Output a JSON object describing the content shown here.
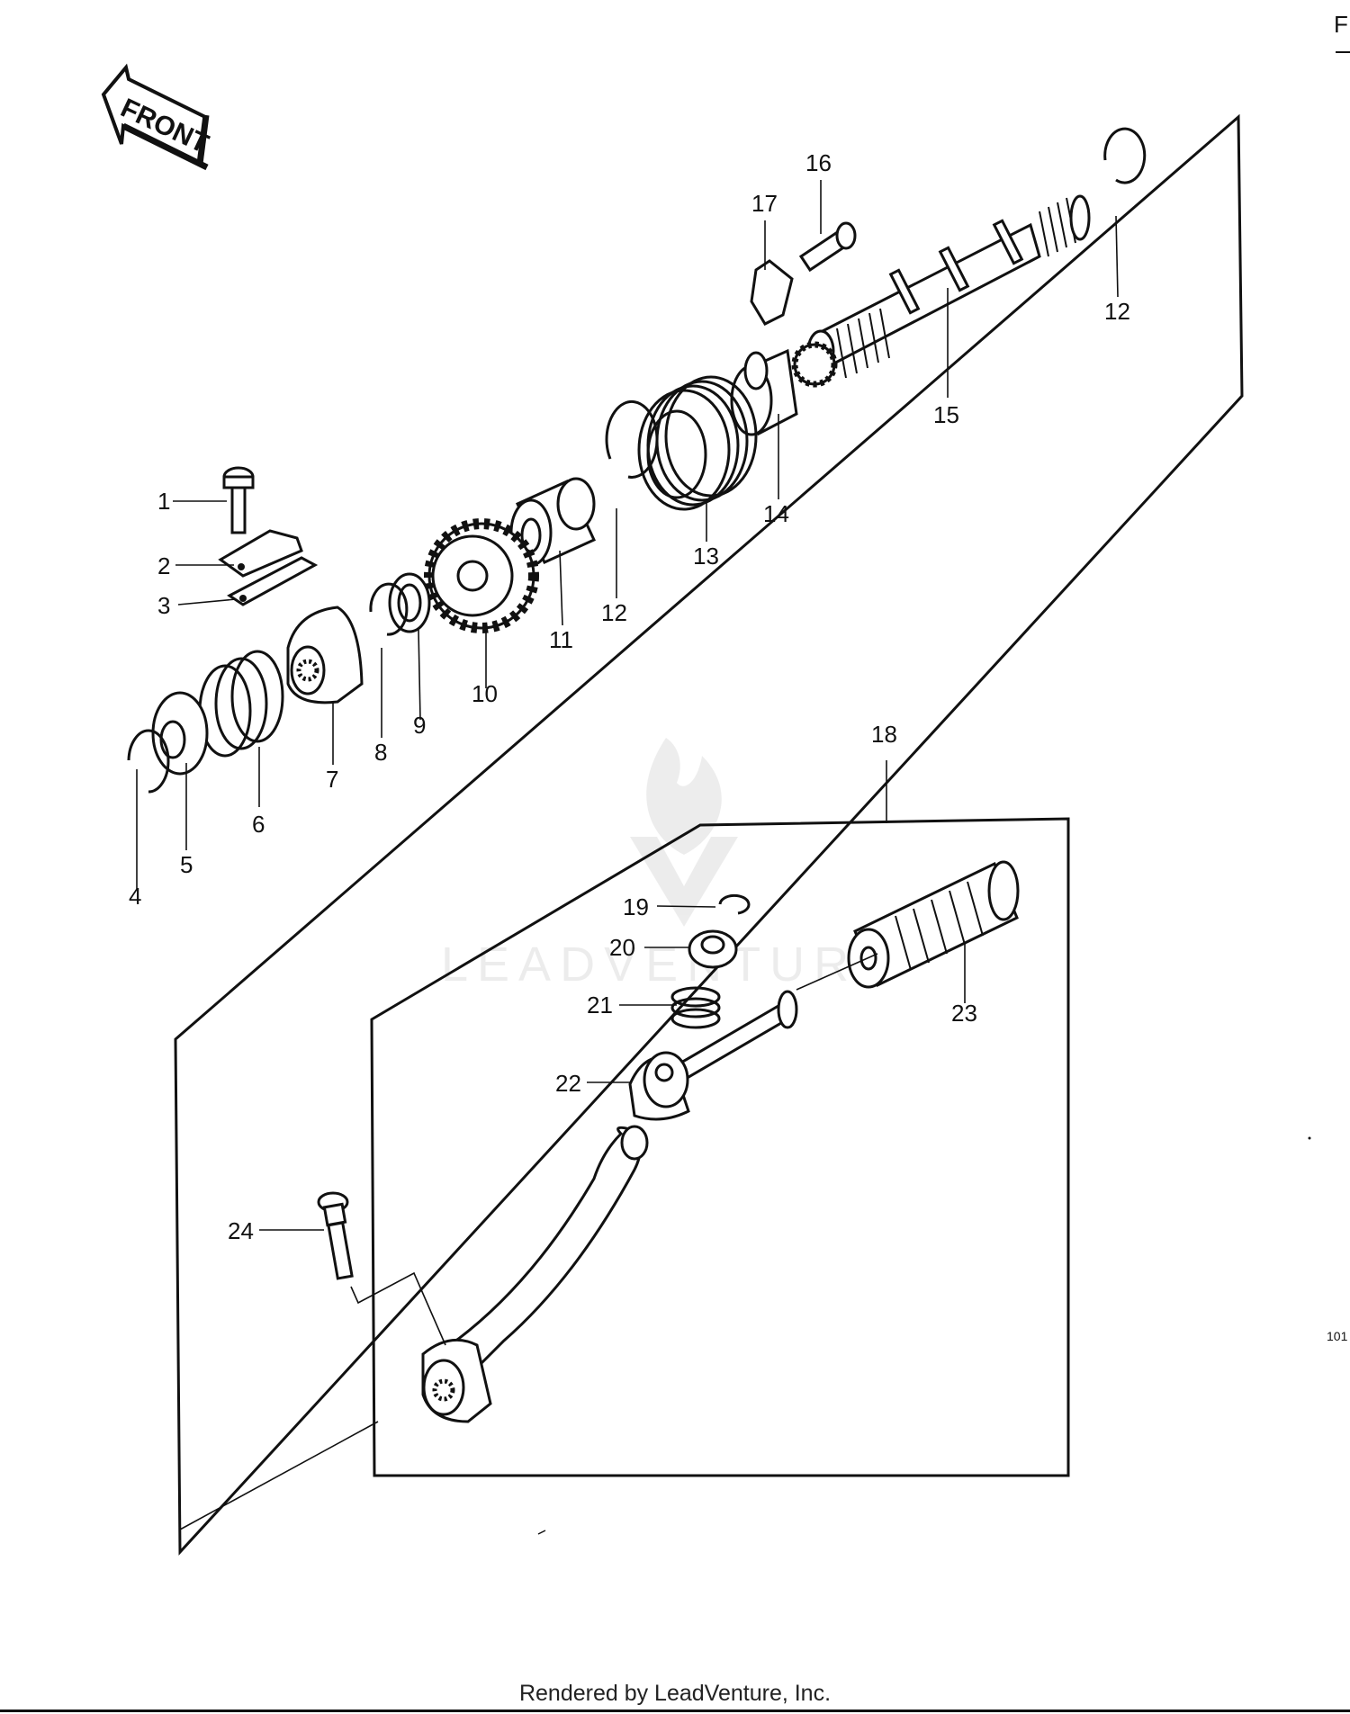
{
  "front_label": "FRONT",
  "corner_letter": "F",
  "side_code": "101",
  "watermark": "LEADVENTURE",
  "footer": "Rendered by LeadVenture, Inc.",
  "callouts": [
    {
      "n": "1"
    },
    {
      "n": "2"
    },
    {
      "n": "3"
    },
    {
      "n": "4"
    },
    {
      "n": "5"
    },
    {
      "n": "6"
    },
    {
      "n": "7"
    },
    {
      "n": "8"
    },
    {
      "n": "9"
    },
    {
      "n": "10"
    },
    {
      "n": "11"
    },
    {
      "n": "12"
    },
    {
      "n": "12"
    },
    {
      "n": "13"
    },
    {
      "n": "14"
    },
    {
      "n": "15"
    },
    {
      "n": "16"
    },
    {
      "n": "17"
    },
    {
      "n": "18"
    },
    {
      "n": "19"
    },
    {
      "n": "20"
    },
    {
      "n": "21"
    },
    {
      "n": "22"
    },
    {
      "n": "23"
    },
    {
      "n": "24"
    }
  ]
}
